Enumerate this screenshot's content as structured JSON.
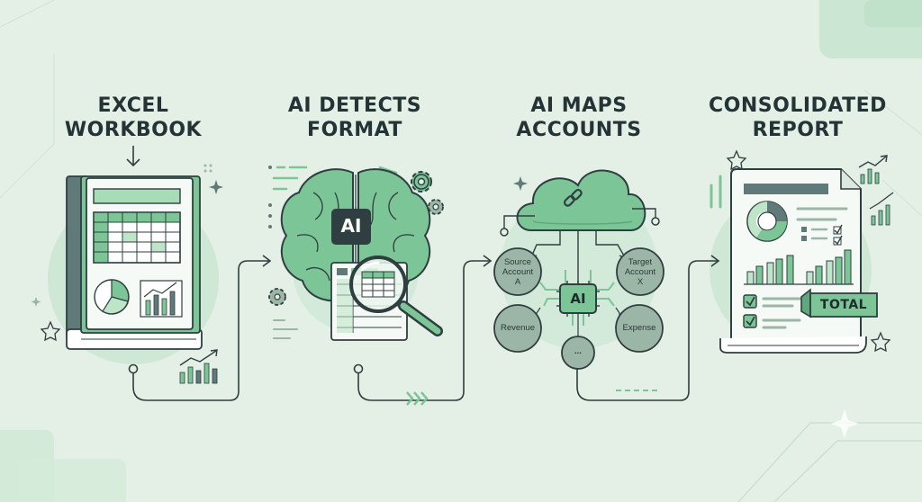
{
  "steps": [
    {
      "title_line1": "EXCEL",
      "title_line2": "WORKBOOK"
    },
    {
      "title_line1": "AI DETECTS",
      "title_line2": "FORMAT",
      "chip_label": "AI"
    },
    {
      "title_line1": "AI MAPS",
      "title_line2": "ACCOUNTS",
      "chip_label": "AI",
      "nodes": {
        "source": [
          "Source",
          "Account",
          "A"
        ],
        "target": [
          "Target",
          "Account",
          "X"
        ],
        "revenue": "Revenue",
        "expense": "Expense",
        "more": "..."
      }
    },
    {
      "title_line1": "CONSOLIDATED",
      "title_line2": "REPORT",
      "total_label": "TOTAL"
    }
  ],
  "colors": {
    "bg": "#e4f0e6",
    "accent": "#7cc596",
    "dark": "#2f3e40",
    "grey": "#b9cbbf",
    "blob": "#cfe8d6"
  }
}
